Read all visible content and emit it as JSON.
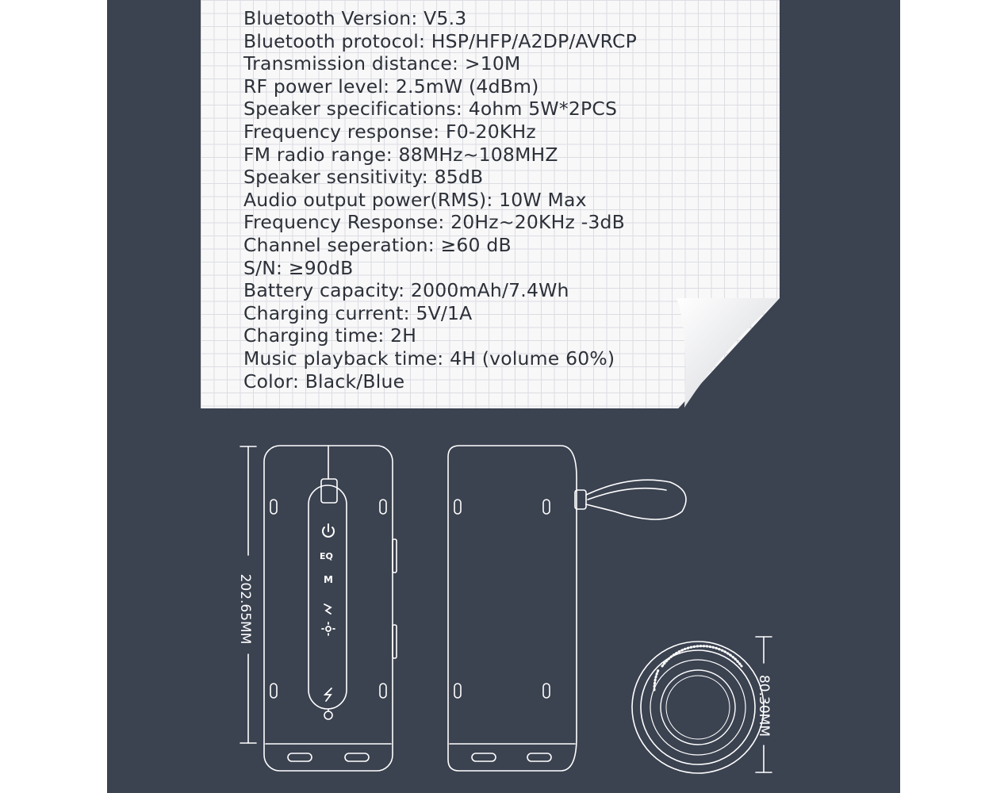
{
  "specifications": [
    "Bluetooth Version: V5.3",
    "Bluetooth protocol: HSP/HFP/A2DP/AVRCP",
    "Transmission distance: >10M",
    "RF power level: 2.5mW (4dBm)",
    "Speaker specifications: 4ohm 5W*2PCS",
    "Frequency response: F0-20KHz",
    "FM radio range: 88MHz~108MHZ",
    "Speaker sensitivity: 85dB",
    "Audio output power(RMS): 10W Max",
    "Frequency Response: 20Hz~20KHz -3dB",
    "Channel seperation: ≥60 dB",
    "S/N: ≥90dB",
    "Battery capacity: 2000mAh/7.4Wh",
    "Charging current: 5V/1A",
    "Charging time: 2H",
    "Music playback time: 4H (volume 60%)",
    "Color: Black/Blue"
  ],
  "dimensions": {
    "height": "202.65MM",
    "diameter": "80.30MM"
  },
  "buttons": {
    "eq": "EQ",
    "mode": "M"
  },
  "colors": {
    "background": "#3b4250",
    "paper": "#f8f8f9",
    "outline": "#ffffff"
  }
}
